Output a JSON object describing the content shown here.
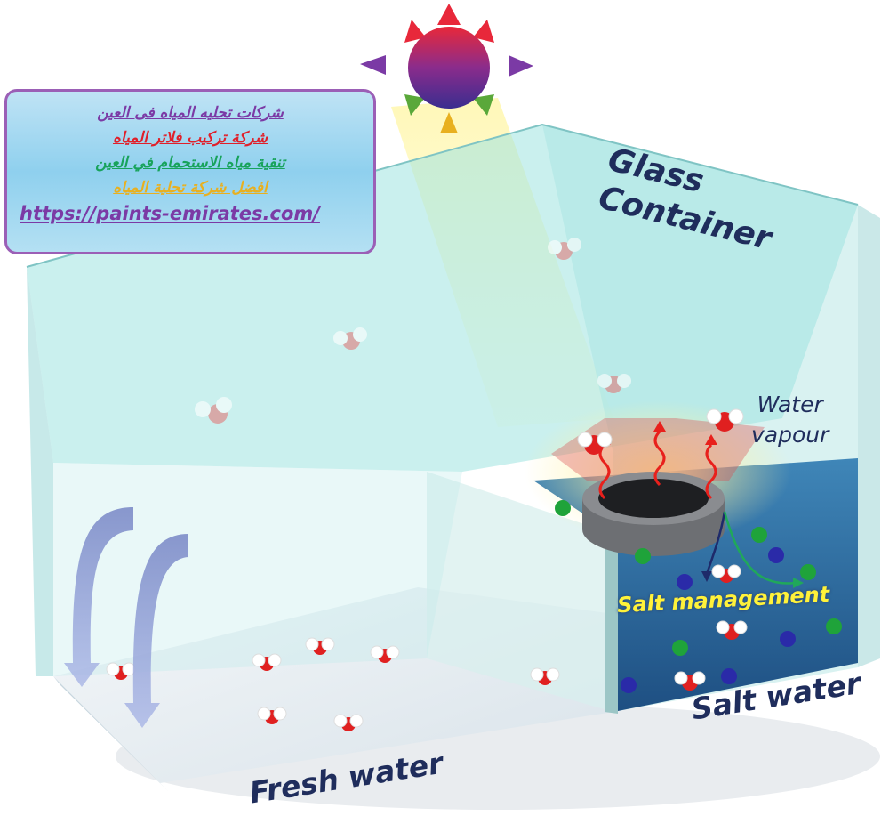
{
  "labels": {
    "glass_container": [
      "Glass",
      "Container"
    ],
    "water_vapour": [
      "Water",
      "vapour"
    ],
    "salt_management": "Salt management",
    "salt_water": "Salt water",
    "fresh_water": "Fresh water"
  },
  "ad_box": {
    "line1": "شركات تحليه المياه فى العين",
    "line2": "شركة تركيب فلاتر المياه",
    "line3": "تنقية مياه الاستحمام في العين",
    "line4": "افضل شركة تحلية المياه",
    "link": "https://paints-emirates.com/"
  },
  "colors": {
    "text_navy": "#1f2d5c",
    "salt_mgmt_yellow": "#fff23a",
    "ad_border": "#9b5fb6",
    "ad_line1": "#7b3aa5",
    "ad_line2": "#e0202a",
    "ad_line3": "#18a35b",
    "ad_line4": "#e8b020",
    "salt_water_blue": "#2a6aa0",
    "glass_cyan": "#9fe3e0"
  },
  "icons": [
    "sun-icon",
    "water-molecule-icon",
    "salt-ion-icon",
    "heat-wave-arrow-icon",
    "condensation-arrow-icon",
    "solar-absorber-icon"
  ]
}
